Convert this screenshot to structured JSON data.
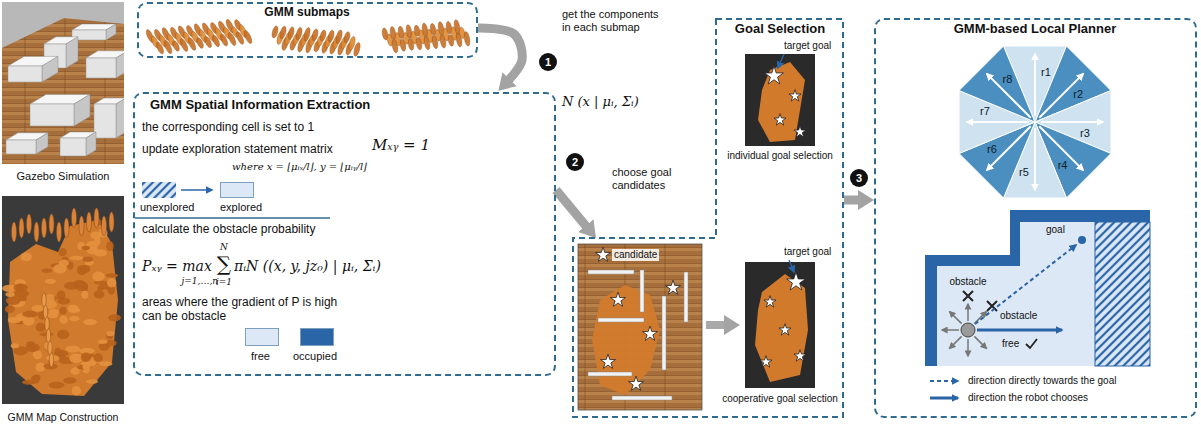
{
  "diagram": {
    "nodes": [
      {
        "text": [
          "GMM submaps"
        ]
      },
      {
        "text": [
          "GMM Spatial Information Extraction",
          "the corresponding cell is set to 1",
          "update exploration statement matrix",
          "Mₓᵧ = 1",
          "where x = ⌊μᵢₓ/l⌋, y = ⌊μᵢᵧ/l⌋",
          "calculate the obstacle probability",
          "Pₓᵧ = max",
          "∑",
          "πᵢN ((x, y, jz₀) | μᵢ, Σᵢ)",
          "j=1,…,n",
          "i=1",
          "N",
          "areas where the gradient of P is high can be obstacle"
        ]
      },
      {
        "text": [
          "Goal Selection",
          "target goal",
          "individual goal selection",
          "target goal",
          "cooperative goal selection",
          "candidate"
        ]
      },
      {
        "text": [
          "GMM-based Local Planner",
          "r1",
          "r2",
          "r3",
          "r4",
          "r5",
          "r6",
          "r7",
          "r8",
          "goal",
          "obstacle",
          "obstacle",
          "free"
        ]
      }
    ],
    "edges": [
      {
        "from": 0,
        "to": 1,
        "arrow": "to",
        "label": "get the components in each submap"
      },
      {
        "from": 1,
        "to": 2,
        "arrow": "to",
        "label": "choose goal candidates"
      },
      {
        "from": 2,
        "to": 3,
        "arrow": "to"
      }
    ],
    "labels": [
      "Gazebo Simulation",
      "GMM Map Construction",
      "1",
      "2",
      "3",
      "N (x | μᵢ, Σᵢ)"
    ],
    "legend": [
      {
        "text": "unexplored"
      },
      {
        "text": "explored",
        "color": "#dce8f6"
      },
      {
        "text": "free",
        "color": "#dce8f6"
      },
      {
        "text": "occupied",
        "color": "#2a65a8"
      },
      {
        "text": "direction directly towards the goal"
      },
      {
        "text": "direction the robot chooses"
      }
    ]
  }
}
